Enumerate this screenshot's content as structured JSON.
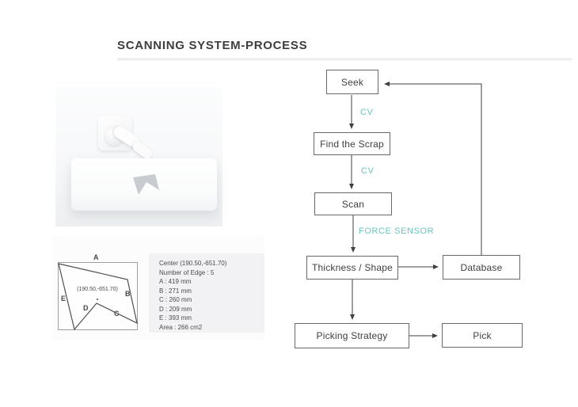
{
  "slide": {
    "title": "SCANNING SYSTEM-PROCESS"
  },
  "colors": {
    "accent_teal": "#68c4c0",
    "box_border": "#696969",
    "box_text": "#3f3f3f",
    "arrow": "#3f3f3f"
  },
  "flowchart": {
    "nodes": {
      "seek": "Seek",
      "find": "Find the Scrap",
      "scan": "Scan",
      "thickness": "Thickness / Shape",
      "database": "Database",
      "picking": "Picking Strategy",
      "pick": "Pick"
    },
    "edge_labels": {
      "cv1": "CV",
      "cv2": "CV",
      "force": "FORCE SENSOR"
    }
  },
  "measurement": {
    "center_label": "(190.50,-651.70)",
    "edges": {
      "a": "A",
      "b": "B",
      "c": "C",
      "d": "D",
      "e": "E"
    },
    "readout": [
      "Center (190.50,-651.70)",
      "Number of Edge : 5",
      "A : 419 mm",
      "B : 271 mm",
      "C : 260 mm",
      "D : 209 mm",
      "E : 393 mm",
      "Area : 266 cm2"
    ]
  }
}
